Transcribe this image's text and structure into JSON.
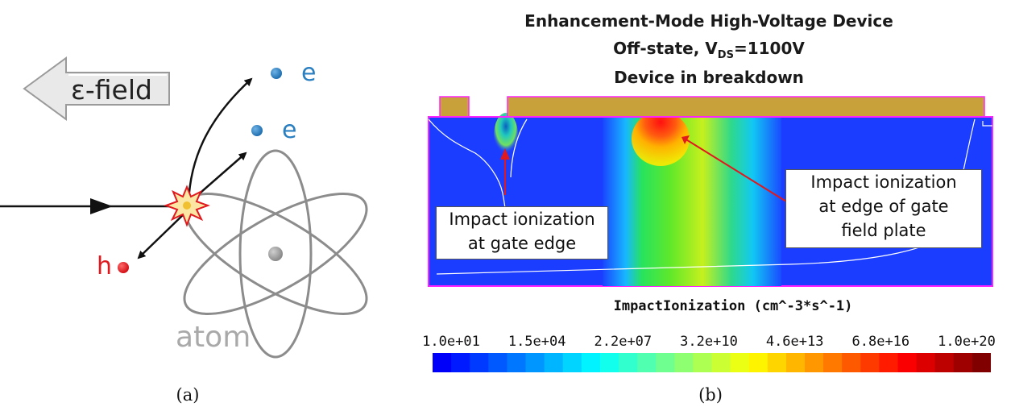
{
  "panel_a": {
    "field_label": "ε-field",
    "electron_label_1": "e",
    "electron_label_2": "e",
    "hole_label": "h",
    "atom_label": "atom",
    "caption": "(a)"
  },
  "panel_b": {
    "title_line1": "Enhancement-Mode High-Voltage Device",
    "title_line2_prefix": "Off-state, V",
    "title_line2_sub": "DS",
    "title_line2_suffix": "=1100V",
    "title_line3": "Device in breakdown",
    "callout_left_line1": "Impact ionization",
    "callout_left_line2": "at gate edge",
    "callout_right_line1": "Impact ionization",
    "callout_right_line2": "at edge of gate",
    "callout_right_line3": "field plate",
    "colorbar_title": "ImpactIonization (cm^-3*s^-1)",
    "colorbar_ticks": [
      "1.0e+01",
      "1.5e+04",
      "2.2e+07",
      "3.2e+10",
      "4.6e+13",
      "6.8e+16",
      "1.0e+20"
    ],
    "caption": "(b)"
  },
  "colors": {
    "electron": "#2a7fc1",
    "hole": "#e0191f",
    "gate_metal": "#c9a13b",
    "annotation_arrow": "#e0191f",
    "contour_line": "#ffffff"
  }
}
